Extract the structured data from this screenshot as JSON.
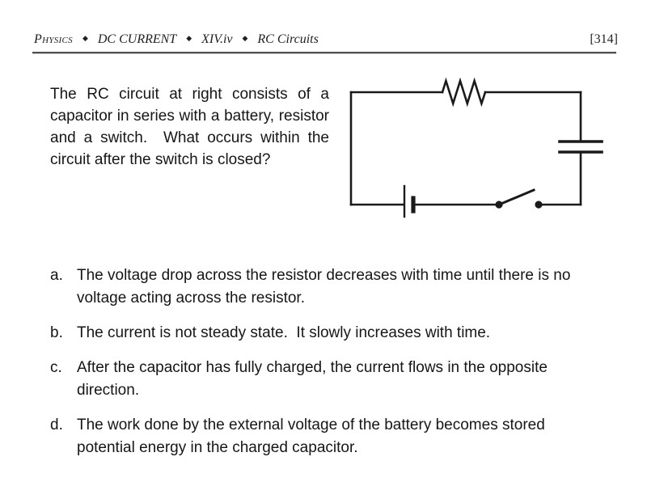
{
  "header": {
    "items": [
      "Physics",
      "DC CURRENT",
      "XIV.iv",
      "RC Circuits"
    ],
    "separator": "◆",
    "page_number": "[314]"
  },
  "question": "The RC circuit at right consists of a capacitor in series with a battery, resistor and a switch.  What occurs within the circuit after the switch is closed?",
  "figure": {
    "type": "circuit-diagram",
    "components": [
      "battery",
      "resistor",
      "capacitor",
      "open-switch"
    ],
    "line_color": "#1a1a1a"
  },
  "options": [
    {
      "letter": "a.",
      "text": "The voltage drop across the resistor decreases with time until there is no voltage acting across the resistor."
    },
    {
      "letter": "b.",
      "text": "The current is not steady state.  It slowly increases with time."
    },
    {
      "letter": "c.",
      "text": "After the capacitor has fully charged, the current flows in the opposite direction."
    },
    {
      "letter": "d.",
      "text": "The work done by the external voltage of the battery becomes stored potential energy in the charged capacitor."
    }
  ]
}
